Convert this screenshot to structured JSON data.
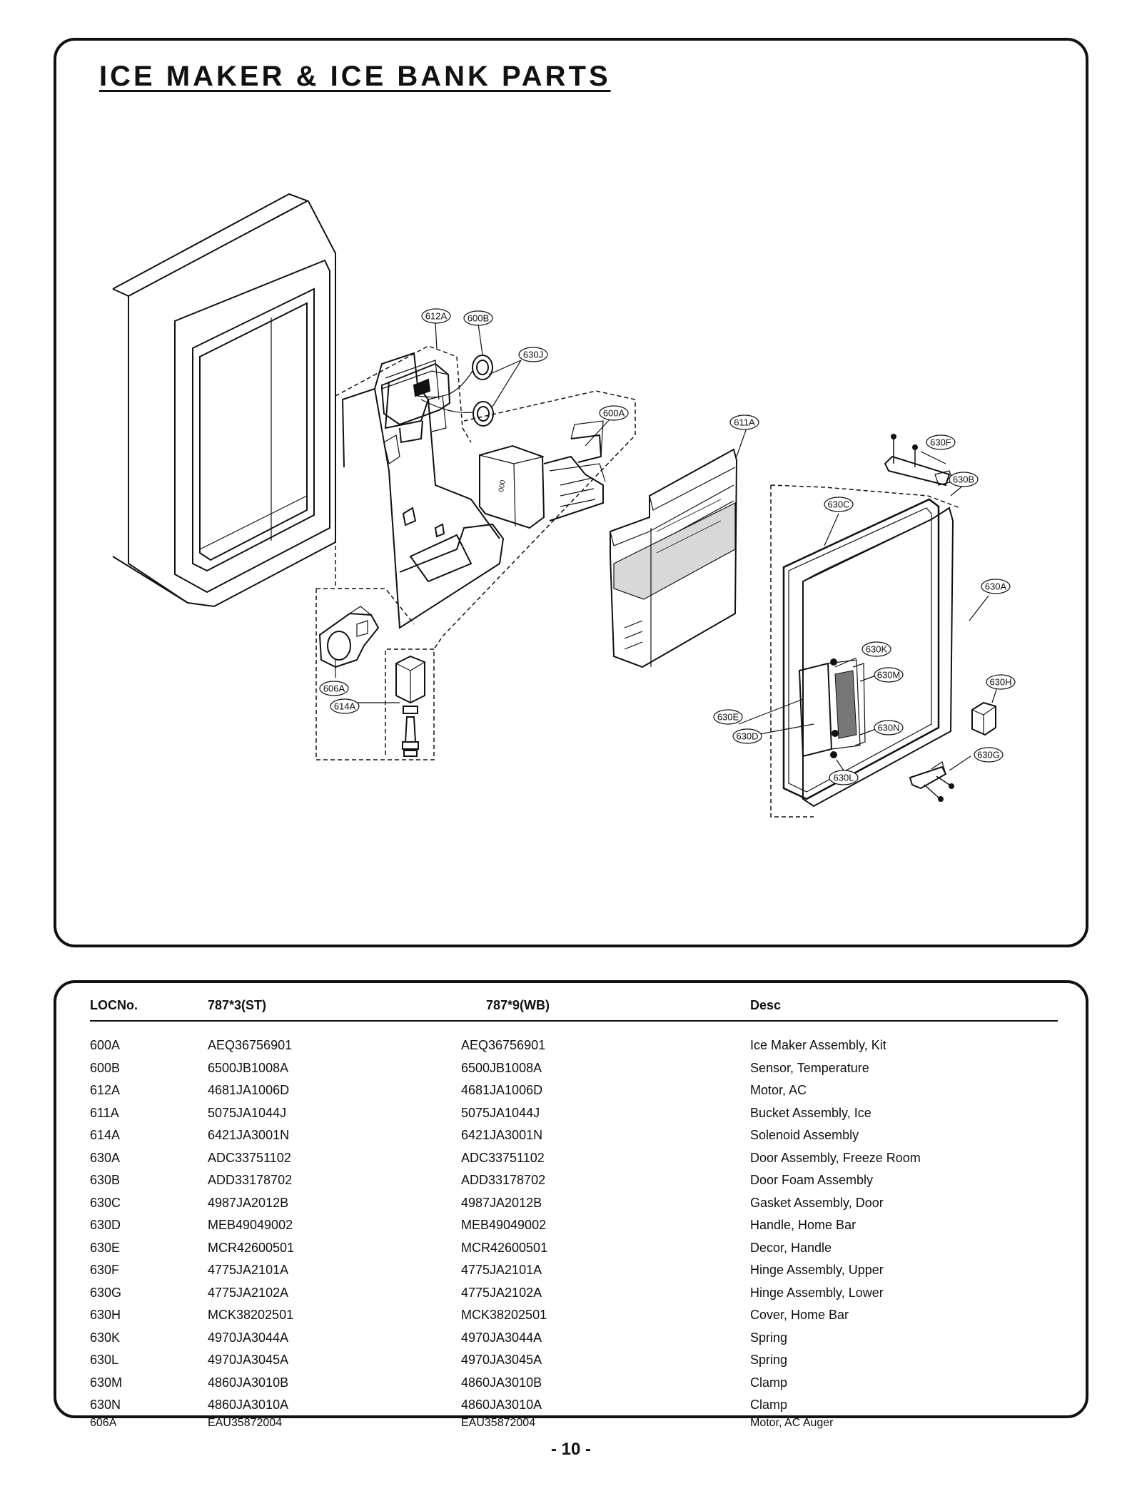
{
  "title": "ICE MAKER & ICE BANK PARTS",
  "callouts": [
    "612A",
    "600B",
    "630J",
    "600A",
    "611A",
    "630F",
    "630B",
    "630C",
    "630A",
    "630K",
    "630M",
    "630H",
    "630E",
    "630D",
    "630N",
    "630G",
    "630L",
    "606A",
    "614A"
  ],
  "table": {
    "headers": [
      "LOCNo.",
      "787*3(ST)",
      "787*9(WB)",
      "Desc"
    ],
    "rows": [
      [
        "600A",
        "AEQ36756901",
        "AEQ36756901",
        "Ice Maker Assembly, Kit"
      ],
      [
        "600B",
        "6500JB1008A",
        "6500JB1008A",
        "Sensor, Temperature"
      ],
      [
        "612A",
        "4681JA1006D",
        "4681JA1006D",
        "Motor, AC"
      ],
      [
        "611A",
        "5075JA1044J",
        "5075JA1044J",
        "Bucket Assembly, Ice"
      ],
      [
        "614A",
        "6421JA3001N",
        "6421JA3001N",
        "Solenoid Assembly"
      ],
      [
        "630A",
        "ADC33751102",
        "ADC33751102",
        "Door Assembly, Freeze Room"
      ],
      [
        "630B",
        "ADD33178702",
        "ADD33178702",
        "Door Foam Assembly"
      ],
      [
        "630C",
        "4987JA2012B",
        "4987JA2012B",
        "Gasket Assembly, Door"
      ],
      [
        "630D",
        "MEB49049002",
        "MEB49049002",
        "Handle, Home Bar"
      ],
      [
        "630E",
        "MCR42600501",
        "MCR42600501",
        "Decor, Handle"
      ],
      [
        "630F",
        "4775JA2101A",
        "4775JA2101A",
        "Hinge Assembly, Upper"
      ],
      [
        "630G",
        "4775JA2102A",
        "4775JA2102A",
        "Hinge Assembly, Lower"
      ],
      [
        "630H",
        "MCK38202501",
        "MCK38202501",
        "Cover, Home Bar"
      ],
      [
        "630K",
        "4970JA3044A",
        "4970JA3044A",
        "Spring"
      ],
      [
        "630L",
        "4970JA3045A",
        "4970JA3045A",
        "Spring"
      ],
      [
        "630M",
        "4860JA3010B",
        "4860JA3010B",
        "Clamp"
      ],
      [
        "630N",
        "4860JA3010A",
        "4860JA3010A",
        "Clamp"
      ],
      [
        "606A",
        "EAU35872004",
        "EAU35872004",
        "Motor, AC Auger"
      ]
    ]
  },
  "page_number": "- 10 -"
}
